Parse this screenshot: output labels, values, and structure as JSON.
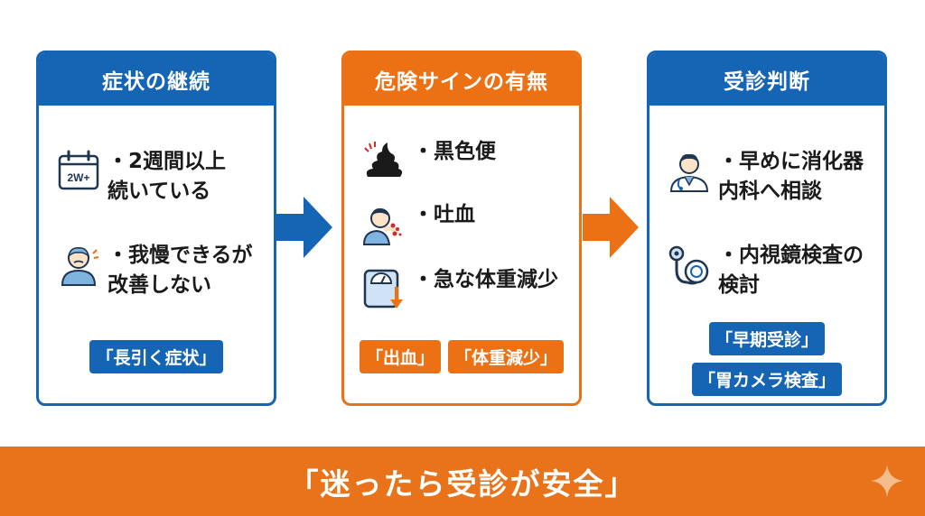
{
  "cards": [
    {
      "title": "症状の継続",
      "color": "#1565b4",
      "items": [
        {
          "icon": "calendar-icon",
          "icon_text": "2W+",
          "text": [
            "・2週間以上",
            "続いている"
          ]
        },
        {
          "icon": "uncomfortable-person-icon",
          "text": [
            "・我慢できるが",
            "改善しない"
          ]
        }
      ],
      "tags": [
        "「長引く症状」"
      ]
    },
    {
      "title": "危険サインの有無",
      "color": "#ec7014",
      "items": [
        {
          "icon": "stool-icon",
          "text": [
            "・黒色便"
          ]
        },
        {
          "icon": "vomiting-blood-icon",
          "text": [
            "・吐血"
          ]
        },
        {
          "icon": "scale-icon",
          "text": [
            "・急な体重減少"
          ]
        }
      ],
      "tags": [
        "「出血」",
        "「体重減少」"
      ]
    },
    {
      "title": "受診判断",
      "color": "#1565b4",
      "items": [
        {
          "icon": "doctor-icon",
          "text": [
            "・早めに消化器",
            "内科へ相談"
          ]
        },
        {
          "icon": "endoscope-icon",
          "text": [
            "・内視鏡検査の",
            "検討"
          ]
        }
      ],
      "tags": [
        "「早期受診」",
        "「胃カメラ検査」"
      ]
    }
  ],
  "banner": {
    "text": "「迷ったら受診が安全」",
    "color": "#e8731a"
  }
}
